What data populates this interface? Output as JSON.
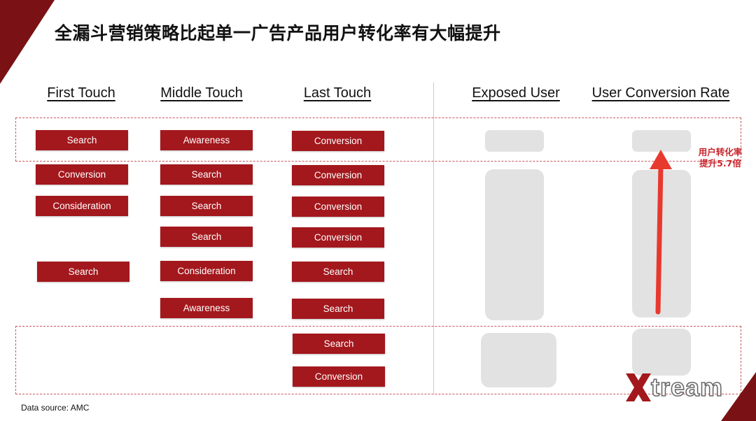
{
  "title": "全漏斗营销策略比起单一广告产品用户转化率有大幅提升",
  "headers": {
    "first_touch": "First Touch",
    "middle_touch": "Middle Touch",
    "last_touch": "Last Touch",
    "exposed_user": "Exposed User",
    "conversion_rate": "User Conversion Rate"
  },
  "first_touch": [
    "Search",
    "Conversion",
    "Consideration",
    "Search"
  ],
  "middle_touch": [
    "Awareness",
    "Search",
    "Search",
    "Search",
    "Consideration",
    "Awareness"
  ],
  "last_touch": [
    "Conversion",
    "Conversion",
    "Conversion",
    "Conversion",
    "Search",
    "Search",
    "Search",
    "Conversion"
  ],
  "annotation": {
    "line1": "用户转化率",
    "line2": "提升5.7倍"
  },
  "source": "Data source: AMC",
  "logo": {
    "text": "tream"
  },
  "colors": {
    "accent": "#a3181d",
    "dark_red": "#7a1114",
    "arrow": "#e8392f",
    "grey": "#e2e2e2"
  }
}
